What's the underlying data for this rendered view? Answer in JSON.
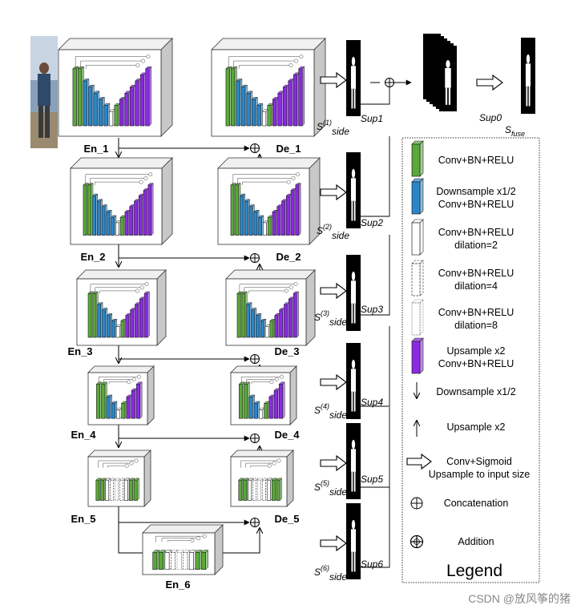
{
  "colors": {
    "green": "#5aa83a",
    "blue": "#2a86c8",
    "purple": "#8a2be2",
    "white": "#ffffff",
    "box": "#dcdcdc",
    "line": "#000000"
  },
  "encoders": [
    "En_1",
    "En_2",
    "En_3",
    "En_4",
    "En_5",
    "En_6"
  ],
  "decoders": [
    "De_1",
    "De_2",
    "De_3",
    "De_4",
    "De_5"
  ],
  "side_outputs": [
    {
      "pre": "S",
      "sup": "(1)",
      "sub": "side",
      "name": "Sup1"
    },
    {
      "pre": "S",
      "sup": "(2)",
      "sub": "side",
      "name": "Sup2"
    },
    {
      "pre": "S",
      "sup": "(3)",
      "sub": "side",
      "name": "Sup3"
    },
    {
      "pre": "S",
      "sup": "(4)",
      "sub": "side",
      "name": "Sup4"
    },
    {
      "pre": "S",
      "sup": "(5)",
      "sub": "side",
      "name": "Sup5"
    },
    {
      "pre": "S",
      "sup": "(6)",
      "sub": "side",
      "name": "Sup6"
    }
  ],
  "fuse": {
    "name": "Sup0",
    "pre": "S",
    "sub": "fuse"
  },
  "legend": {
    "title": "Legend",
    "items": [
      {
        "icon": "green-block",
        "lines": [
          "Conv+BN+RELU"
        ]
      },
      {
        "icon": "blue-block",
        "lines": [
          "Downsample x1/2",
          "Conv+BN+RELU"
        ]
      },
      {
        "icon": "white-block",
        "lines": [
          "Conv+BN+RELU",
          "dilation=2"
        ]
      },
      {
        "icon": "dashed-block",
        "lines": [
          "Conv+BN+RELU",
          "dilation=4"
        ]
      },
      {
        "icon": "dotted-block",
        "lines": [
          "Conv+BN+RELU",
          "dilation=8"
        ]
      },
      {
        "icon": "purple-block",
        "lines": [
          "Upsample x2",
          "Conv+BN+RELU"
        ]
      },
      {
        "icon": "down-arrow-icon",
        "lines": [
          "Downsample x1/2"
        ]
      },
      {
        "icon": "up-arrow-icon",
        "lines": [
          "Upsample x2"
        ]
      },
      {
        "icon": "hollow-arrow-icon",
        "lines": [
          "Conv+Sigmoid",
          "Upsample to input size"
        ]
      },
      {
        "icon": "circle-plus-icon",
        "lines": [
          "Concatenation"
        ]
      },
      {
        "icon": "circle-cross-icon",
        "lines": [
          "Addition"
        ]
      }
    ]
  },
  "watermark": "CSDN @放风筝的猪"
}
